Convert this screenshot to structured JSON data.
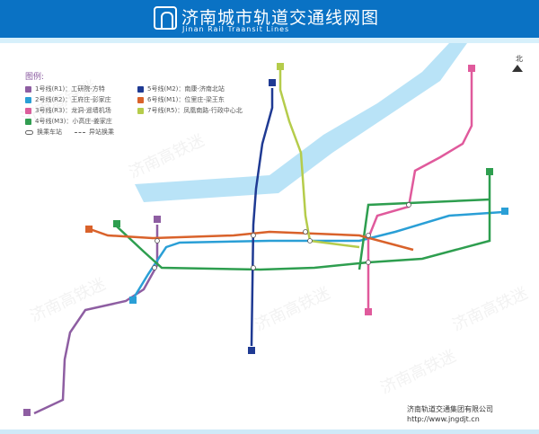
{
  "header": {
    "title": "济南城市轨道交通线网图",
    "subtitle": "Jinan Rail Traansit Lines"
  },
  "legend": {
    "title": "图例:",
    "items": [
      {
        "label": "1号线(R1)：工研院-方特",
        "color": "#8e5ea2",
        "num": "1"
      },
      {
        "label": "2号线(R2)：王府庄-彭家庄",
        "color": "#2a9fd6",
        "num": "2"
      },
      {
        "label": "3号线(R3)：龙洞-遥墙机场",
        "color": "#e05a9c",
        "num": "3"
      },
      {
        "label": "4号线(M3)：小高庄-姜家庄",
        "color": "#2e9e4f",
        "num": "4"
      },
      {
        "label": "5号线(M2)：南康-济南北站",
        "color": "#1f3a93",
        "num": "5"
      },
      {
        "label": "6号线(M1)：位里庄-梁王东",
        "color": "#d9622b",
        "num": "6"
      },
      {
        "label": "7号线(R5)：凤凰南路-行政中心北",
        "color": "#b5cc4b",
        "num": "7"
      }
    ],
    "transfer": "换乘车站",
    "offsite_transfer": "异站换乘"
  },
  "footer": {
    "company": "济南轨道交通集团有限公司",
    "url": "http://www.jngdjt.cn"
  },
  "watermark": "济南高铁迷",
  "colors": {
    "header": "#0a72c4",
    "river": "#9fd8f3"
  }
}
